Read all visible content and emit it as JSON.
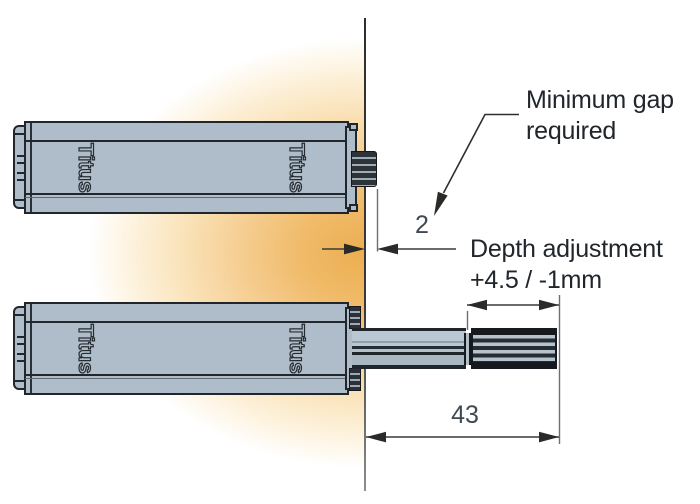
{
  "diagram": {
    "brand_logo": "Titus",
    "annotations": {
      "min_gap_line1": "Minimum gap",
      "min_gap_line2": "required",
      "gap_value": "2",
      "depth_line1": "Depth adjustment",
      "depth_line2": "+4.5 / -1mm",
      "extension_value": "43"
    },
    "colors": {
      "glow_accent": "#ecae50",
      "device_body": "#aebdc9",
      "outline": "#20262b",
      "dimension_line": "#3a3a38",
      "number_text": "#3e4953",
      "label_text": "#20262b"
    }
  }
}
